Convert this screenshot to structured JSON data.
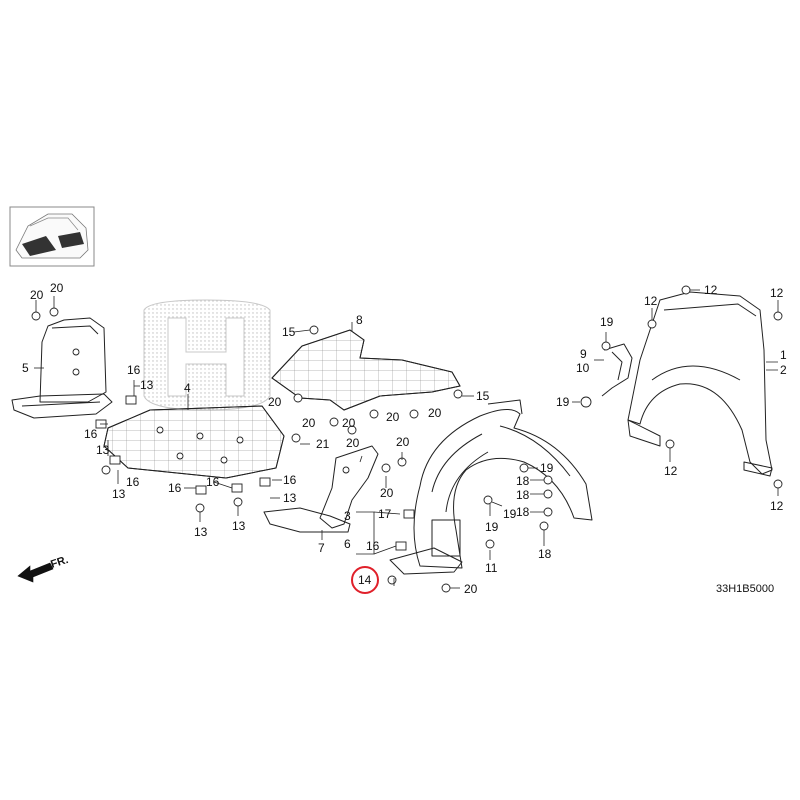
{
  "diagram_code": "33H1B5000",
  "front_indicator": "FR.",
  "highlighted_callout": "14",
  "highlight_color": "#e0202a",
  "callouts": {
    "c1": "1",
    "c2": "2",
    "c3": "3",
    "c4": "4",
    "c5": "5",
    "c6": "6",
    "c7": "7",
    "c8": "8",
    "c9": "9",
    "c10": "10",
    "c11": "11",
    "c12": "12",
    "c13": "13",
    "c14": "14",
    "c15": "15",
    "c16": "16",
    "c17": "17",
    "c18": "18",
    "c19": "19",
    "c20": "20",
    "c21": "21"
  }
}
